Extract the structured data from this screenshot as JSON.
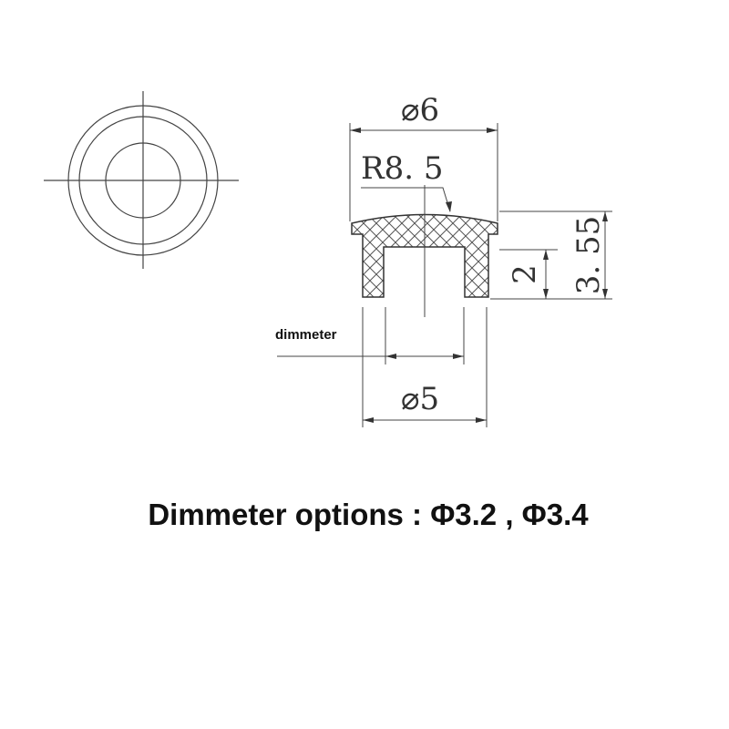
{
  "drawing": {
    "dim_top_diameter": "⌀6",
    "dim_radius": "R8. 5",
    "dim_height_inner": "2",
    "dim_height_total": "3. 55",
    "dim_bottom_diameter": "⌀5",
    "side_label": "dimmeter"
  },
  "caption": "Dimmeter options : Φ3.2 , Φ3.4",
  "colors": {
    "line": "#333333",
    "text": "#111111",
    "background": "#ffffff"
  }
}
